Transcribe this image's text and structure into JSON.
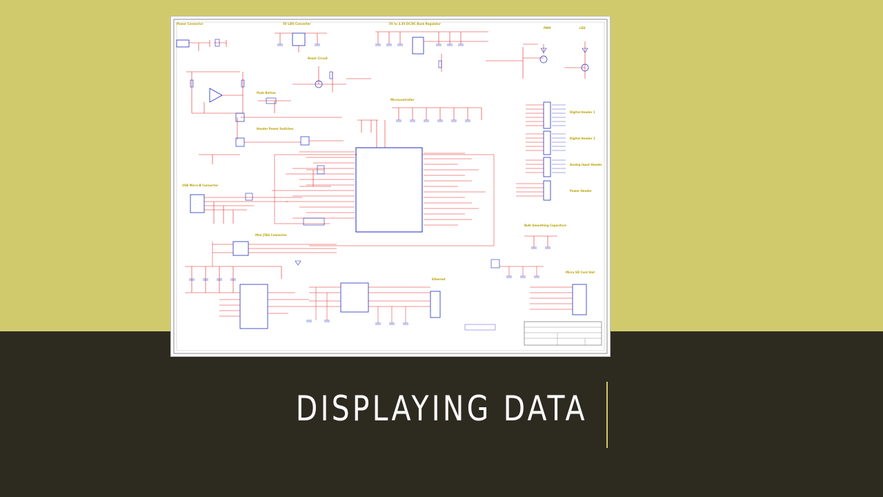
{
  "slide": {
    "title": "DISPLAYING DATA",
    "colors": {
      "accent": "#d1ca6c",
      "background": "#2d2b20",
      "title_text": "#ffffff"
    }
  },
  "schematic": {
    "sections": [
      "Power Connector",
      "5V LDO Converter",
      "5V to 3.3V DC/DC Buck Regulator",
      "PWR",
      "LED",
      "Reset Circuit",
      "Push Button",
      "Microcontroller",
      "Digital Header 1",
      "Digital Header 2",
      "Analog Input Header",
      "Power Header",
      "Header Power Switches",
      "USB Micro-B Connector",
      "Bulk Smoothing Capacitors",
      "Mini JTAG Connector",
      "Micro SD Card Slot",
      "Ethernet"
    ]
  }
}
